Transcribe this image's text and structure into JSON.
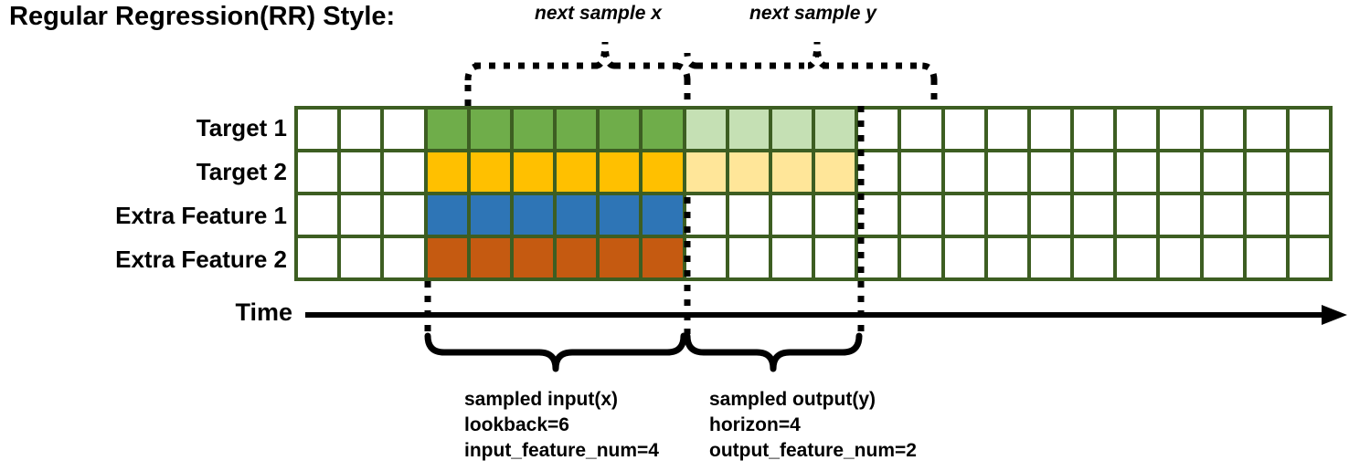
{
  "title": "Regular Regression(RR) Style:",
  "rows": [
    {
      "label": "Target 1",
      "name": "target-1"
    },
    {
      "label": "Target 2",
      "name": "target-2"
    },
    {
      "label": "Extra Feature 1",
      "name": "extra-feature-1"
    },
    {
      "label": "Extra Feature 2",
      "name": "extra-feature-2"
    }
  ],
  "axis": {
    "label": "Time"
  },
  "annotations": {
    "top_left_brace": "next sample x",
    "top_right_brace": "next sample y",
    "bottom_left_block": {
      "line1": "sampled input(x)",
      "line2": "lookback=6",
      "line3": "input_feature_num=4"
    },
    "bottom_right_block": {
      "line1": "sampled output(y)",
      "line2": "horizon=4",
      "line3": "output_feature_num=2"
    }
  },
  "colors": {
    "grid_border": "#3d5e22",
    "target1_input": "#6fad4a",
    "target1_output": "#c5e0b4",
    "target2_input": "#ffc000",
    "target2_output": "#ffe699",
    "extra_feature1_input": "#2e75b6",
    "extra_feature2_input": "#c55a11",
    "empty": "#ffffff",
    "annotation": "#000000"
  },
  "chart_data": {
    "type": "heatmap",
    "title": "Regular Regression(RR) Style:",
    "columns_total": 24,
    "lookback": 6,
    "horizon": 4,
    "input_feature_num": 4,
    "output_feature_num": 2,
    "input_start_column": 4,
    "input_end_column": 9,
    "output_start_column": 10,
    "output_end_column": 13,
    "row_names": [
      "Target 1",
      "Target 2",
      "Extra Feature 1",
      "Extra Feature 2"
    ],
    "cells": [
      [
        "empty",
        "empty",
        "empty",
        "green",
        "green",
        "green",
        "green",
        "green",
        "green",
        "lgreen",
        "lgreen",
        "lgreen",
        "lgreen",
        "empty",
        "empty",
        "empty",
        "empty",
        "empty",
        "empty",
        "empty",
        "empty",
        "empty",
        "empty",
        "empty"
      ],
      [
        "empty",
        "empty",
        "empty",
        "yellow",
        "yellow",
        "yellow",
        "yellow",
        "yellow",
        "yellow",
        "lyellow",
        "lyellow",
        "lyellow",
        "lyellow",
        "empty",
        "empty",
        "empty",
        "empty",
        "empty",
        "empty",
        "empty",
        "empty",
        "empty",
        "empty",
        "empty"
      ],
      [
        "empty",
        "empty",
        "empty",
        "blue",
        "blue",
        "blue",
        "blue",
        "blue",
        "blue",
        "empty",
        "empty",
        "empty",
        "empty",
        "empty",
        "empty",
        "empty",
        "empty",
        "empty",
        "empty",
        "empty",
        "empty",
        "empty",
        "empty",
        "empty"
      ],
      [
        "empty",
        "empty",
        "empty",
        "orange",
        "orange",
        "orange",
        "orange",
        "orange",
        "orange",
        "empty",
        "empty",
        "empty",
        "empty",
        "empty",
        "empty",
        "empty",
        "empty",
        "empty",
        "empty",
        "empty",
        "empty",
        "empty",
        "empty",
        "empty"
      ]
    ]
  }
}
